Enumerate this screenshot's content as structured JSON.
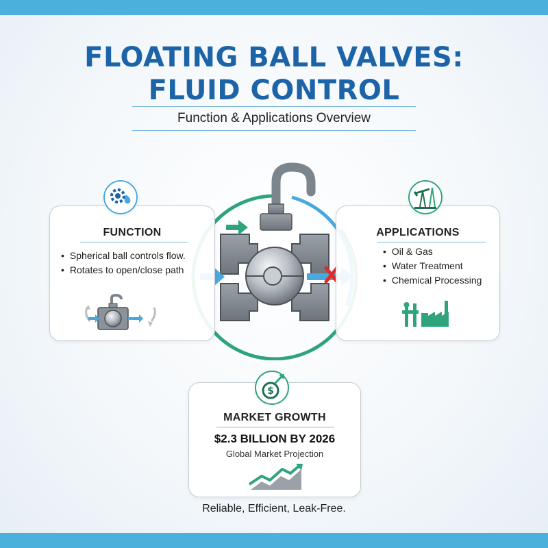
{
  "header": {
    "title_line1": "FLOATING BALL VALVES:",
    "title_line2": "FLUID CONTROL",
    "subtitle": "Function & Applications Overview"
  },
  "function_card": {
    "title": "FUNCTION",
    "bullets": [
      "Spherical ball controls flow.",
      "Rotates to open/close path"
    ],
    "icons": [
      "gear-droplet-icon",
      "mini-valve-icon"
    ]
  },
  "applications_card": {
    "title": "APPLICATIONS",
    "bullets": [
      "Oil & Gas",
      "Water Treatment",
      "Chemical Processing"
    ],
    "icons": [
      "oil-pump-icon",
      "industrial-plant-icon"
    ]
  },
  "market_card": {
    "title": "MARKET GROWTH",
    "figure": "$2.3 BILLION BY 2026",
    "note": "Global Market Projection",
    "icons": [
      "dollar-growth-icon",
      "trend-chart-icon"
    ]
  },
  "tagline": "Reliable, Efficient, Leak-Free.",
  "colors": {
    "band": "#4cb0dc",
    "title": "#1c63a8",
    "green": "#2fa37b",
    "blue_arrow": "#4aa8dc",
    "block_red": "#e02b2b",
    "valve_gray": "#7d858c"
  }
}
